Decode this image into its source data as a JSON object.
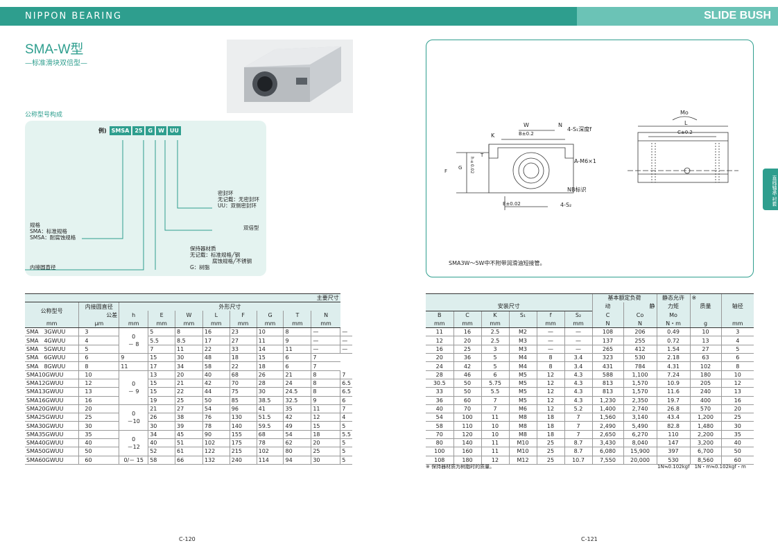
{
  "header": {
    "brand": "NIPPON BEARING",
    "title": "SLIDE BUSH"
  },
  "product": {
    "title": "SMA-W型",
    "subtitle": "—标准滑块双倍型—"
  },
  "code": {
    "section_label": "公称型号构成",
    "example": "例)",
    "parts": [
      "SMSA",
      "25",
      "G",
      "W",
      "UU"
    ],
    "seal": [
      "密封环",
      "无记载：无密封环",
      "UU：双侧密封环"
    ],
    "double": "双倍型",
    "retainer": [
      "保持器材质",
      "无记载：标准规格╱钢",
      "腐蚀规格╱不锈钢",
      "G：树脂"
    ],
    "spec": [
      "规格",
      "SMA：标准规格",
      "SMSA：耐腐蚀规格"
    ],
    "bore": "内接圆直径"
  },
  "diagram": {
    "note": "SMA3W～5W中不附带润滑油短接管。",
    "labels": [
      "W",
      "N",
      "K",
      "B±0.2",
      "4-S₁深度f",
      "A-M6×1",
      "NB标识",
      "4-S₂",
      "E±0.02",
      "T",
      "h±0.02",
      "G",
      "F",
      "Mo",
      "L",
      "C±0.2"
    ]
  },
  "side_tab": "直线轴承·衬套",
  "table1": {
    "head_main": "主要尺寸",
    "head": [
      "公称型号",
      "内接圆直径",
      "外形尺寸"
    ],
    "tol": "公差",
    "cols": [
      "h",
      "E",
      "W",
      "L",
      "F",
      "G",
      "T",
      "N"
    ],
    "units": [
      "mm",
      "μm",
      "mm",
      "mm",
      "mm",
      "mm",
      "mm",
      "mm",
      "mm",
      "mm"
    ],
    "rows": [
      [
        "SMA　3GWUU",
        "3",
        "5",
        "8",
        "16",
        "23",
        "10",
        "8",
        "—",
        "—"
      ],
      [
        "SMA　4GWUU",
        "4",
        "5.5",
        "8.5",
        "17",
        "27",
        "11",
        "9",
        "—",
        "—"
      ],
      [
        "SMA　5GWUU",
        "5",
        "7",
        "11",
        "22",
        "33",
        "14",
        "11",
        "—",
        "—"
      ],
      [
        "SMA　6GWUU",
        "6",
        "9",
        "15",
        "30",
        "48",
        "18",
        "15",
        "6",
        "7"
      ],
      [
        "SMA　8GWUU",
        "8",
        "11",
        "17",
        "34",
        "58",
        "22",
        "18",
        "6",
        "7"
      ],
      [
        "SMA10GWUU",
        "10",
        "13",
        "20",
        "40",
        "68",
        "26",
        "21",
        "8",
        "7"
      ],
      [
        "SMA12GWUU",
        "12",
        "15",
        "21",
        "42",
        "70",
        "28",
        "24",
        "8",
        "6.5"
      ],
      [
        "SMA13GWUU",
        "13",
        "15",
        "22",
        "44",
        "75",
        "30",
        "24.5",
        "8",
        "6.5"
      ],
      [
        "SMA16GWUU",
        "16",
        "19",
        "25",
        "50",
        "85",
        "38.5",
        "32.5",
        "9",
        "6"
      ],
      [
        "SMA20GWUU",
        "20",
        "21",
        "27",
        "54",
        "96",
        "41",
        "35",
        "11",
        "7"
      ],
      [
        "SMA25GWUU",
        "25",
        "26",
        "38",
        "76",
        "130",
        "51.5",
        "42",
        "12",
        "4"
      ],
      [
        "SMA30GWUU",
        "30",
        "30",
        "39",
        "78",
        "140",
        "59.5",
        "49",
        "15",
        "5"
      ],
      [
        "SMA35GWUU",
        "35",
        "34",
        "45",
        "90",
        "155",
        "68",
        "54",
        "18",
        "5.5"
      ],
      [
        "SMA40GWUU",
        "40",
        "40",
        "51",
        "102",
        "175",
        "78",
        "62",
        "20",
        "5"
      ],
      [
        "SMA50GWUU",
        "50",
        "52",
        "61",
        "122",
        "215",
        "102",
        "80",
        "25",
        "5"
      ],
      [
        "SMA60GWUU",
        "60",
        "58",
        "66",
        "132",
        "240",
        "114",
        "94",
        "30",
        "5"
      ]
    ],
    "tol_groups": [
      [
        "0",
        "－ 8"
      ],
      [
        "0",
        "－ 9"
      ],
      [
        "0",
        "－10"
      ],
      [
        "0",
        "－12"
      ],
      [
        "0/－ 15"
      ]
    ]
  },
  "table2": {
    "head_load": "基本额定负荷",
    "head_mo": "静态允许",
    "head_mount": "安装尺寸",
    "star": "※",
    "cols": [
      "B",
      "C",
      "K",
      "S₁",
      "f",
      "S₂",
      "动",
      "静",
      "力矩",
      "质量",
      "轴径"
    ],
    "sub": [
      "C",
      "Co",
      "Mo"
    ],
    "units": [
      "mm",
      "mm",
      "mm",
      "",
      "mm",
      "mm",
      "N",
      "N",
      "N・m",
      "g",
      "mm"
    ],
    "rows": [
      [
        "11",
        "16",
        "2.5",
        "M2",
        "—",
        "—",
        "108",
        "206",
        "0.49",
        "10",
        "3"
      ],
      [
        "12",
        "20",
        "2.5",
        "M3",
        "—",
        "—",
        "137",
        "255",
        "0.72",
        "13",
        "4"
      ],
      [
        "16",
        "25",
        "3",
        "M3",
        "—",
        "—",
        "265",
        "412",
        "1.54",
        "27",
        "5"
      ],
      [
        "20",
        "36",
        "5",
        "M4",
        "8",
        "3.4",
        "323",
        "530",
        "2.18",
        "63",
        "6"
      ],
      [
        "24",
        "42",
        "5",
        "M4",
        "8",
        "3.4",
        "431",
        "784",
        "4.31",
        "102",
        "8"
      ],
      [
        "28",
        "46",
        "6",
        "M5",
        "12",
        "4.3",
        "588",
        "1,100",
        "7.24",
        "180",
        "10"
      ],
      [
        "30.5",
        "50",
        "5.75",
        "M5",
        "12",
        "4.3",
        "813",
        "1,570",
        "10.9",
        "205",
        "12"
      ],
      [
        "33",
        "50",
        "5.5",
        "M5",
        "12",
        "4.3",
        "813",
        "1,570",
        "11.6",
        "240",
        "13"
      ],
      [
        "36",
        "60",
        "7",
        "M5",
        "12",
        "4.3",
        "1,230",
        "2,350",
        "19.7",
        "400",
        "16"
      ],
      [
        "40",
        "70",
        "7",
        "M6",
        "12",
        "5.2",
        "1,400",
        "2,740",
        "26.8",
        "570",
        "20"
      ],
      [
        "54",
        "100",
        "11",
        "M8",
        "18",
        "7",
        "1,560",
        "3,140",
        "43.4",
        "1,200",
        "25"
      ],
      [
        "58",
        "110",
        "10",
        "M8",
        "18",
        "7",
        "2,490",
        "5,490",
        "82.8",
        "1,480",
        "30"
      ],
      [
        "70",
        "120",
        "10",
        "M8",
        "18",
        "7",
        "2,650",
        "6,270",
        "110",
        "2,200",
        "35"
      ],
      [
        "80",
        "140",
        "11",
        "M10",
        "25",
        "8.7",
        "3,430",
        "8,040",
        "147",
        "3,200",
        "40"
      ],
      [
        "100",
        "160",
        "11",
        "M10",
        "25",
        "8.7",
        "6,080",
        "15,900",
        "397",
        "6,700",
        "50"
      ],
      [
        "108",
        "180",
        "12",
        "M12",
        "25",
        "10.7",
        "7,550",
        "20,000",
        "530",
        "8,560",
        "60"
      ]
    ],
    "note_left": "※ 保持器材质为树脂时的质量。",
    "note_right": "1N≒0.102kgf　1N・m≒0.102kgf・m"
  },
  "pages": {
    "left": "C-120",
    "right": "C-121"
  }
}
